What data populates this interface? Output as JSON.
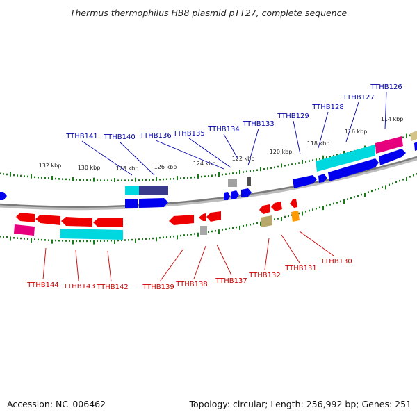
{
  "title": "Thermus thermophilus HB8 plasmid pTT27, complete sequence",
  "footer": {
    "accession": "Accession: NC_006462",
    "summary": "Topology: circular; Length: 256,992 bp; Genes: 251"
  },
  "colors": {
    "forward_label": "#0000aa",
    "reverse_label": "#cc0000",
    "tick": "#1a7a1a",
    "backbone": "#8a8a8a"
  },
  "scale_labels": [
    "132 kbp",
    "130 kbp",
    "128 kbp",
    "126 kbp",
    "124 kbp",
    "122 kbp",
    "120 kbp",
    "118 kbp",
    "116 kbp",
    "114 kbp"
  ],
  "forward_genes": [
    "TTHB141",
    "TTHB140",
    "TTHB136",
    "TTHB135",
    "TTHB134",
    "TTHB133",
    "TTHB129",
    "TTHB128",
    "TTHB127",
    "TTHB126"
  ],
  "reverse_genes": [
    "TTHB144",
    "TTHB143",
    "TTHB142",
    "TTHB139",
    "TTHB138",
    "TTHB137",
    "TTHB132",
    "TTHB131",
    "TTHB130"
  ]
}
